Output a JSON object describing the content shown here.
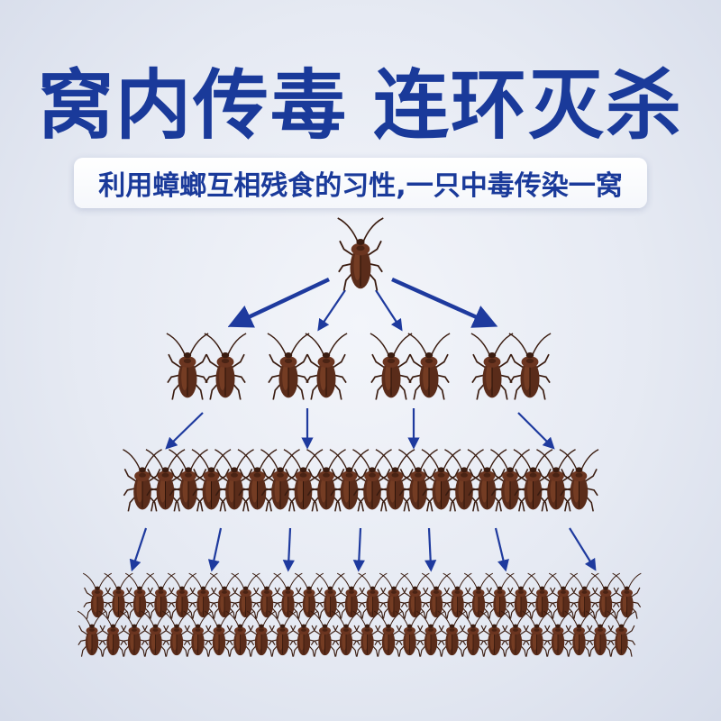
{
  "headline": {
    "part1": "窝内传毒",
    "part2": "连环灭杀"
  },
  "subtitle": "利用蟑螂互相残食的习性,一只中毒传染一窝",
  "colors": {
    "headline": "#1a3a9a",
    "arrow": "#1e3a9e",
    "roach_body": "#5a2c1a",
    "roach_highlight": "#8a4a2c"
  },
  "icons": {
    "insect": "cockroach-icon",
    "arrow": "arrow-icon"
  },
  "tiers": [
    {
      "level": 1,
      "count": 1
    },
    {
      "level": 2,
      "count": 8
    },
    {
      "level": 3,
      "count": 20
    },
    {
      "level": 4,
      "count": 52
    }
  ]
}
